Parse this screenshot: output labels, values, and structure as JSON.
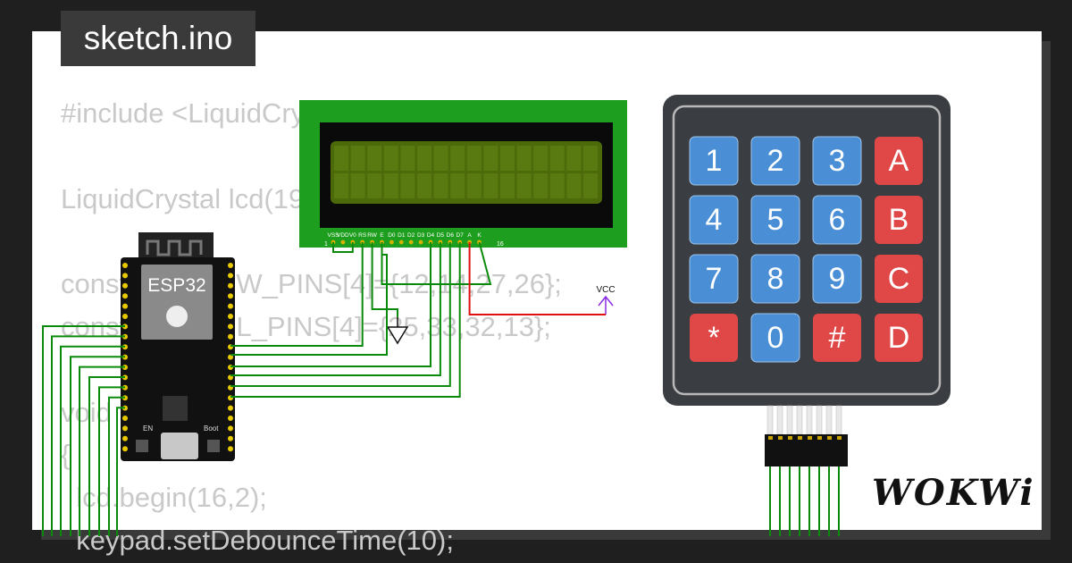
{
  "file_tab": {
    "title": "sketch.ino"
  },
  "code_lines": [
    "#include <LiquidCrystal.h>",
    "",
    "LiquidCrystal lcd(19, 23, 18, 17, 16, 15);",
    "",
    "const byte ROW_PINS[4]={12,14,27,26};",
    "const byte COL_PINS[4]={25,33,32,13};",
    "",
    "void setup()",
    "{",
    "  lcd.begin(16,2);",
    "  keypad.setDebounceTime(10);"
  ],
  "esp32": {
    "label": "ESP32",
    "en_label": "EN",
    "boot_label": "Boot"
  },
  "lcd": {
    "pin_labels": [
      "VSS",
      "VDD",
      "V0",
      "RS",
      "RW",
      "E",
      "D0",
      "D1",
      "D2",
      "D3",
      "D4",
      "D5",
      "D6",
      "D7",
      "A",
      "K"
    ],
    "first_pin": "1",
    "last_pin": "16"
  },
  "vcc_label": "VCC",
  "keypad": {
    "keys": [
      {
        "label": "1",
        "kind": "num"
      },
      {
        "label": "2",
        "kind": "num"
      },
      {
        "label": "3",
        "kind": "num"
      },
      {
        "label": "A",
        "kind": "letter"
      },
      {
        "label": "4",
        "kind": "num"
      },
      {
        "label": "5",
        "kind": "num"
      },
      {
        "label": "6",
        "kind": "num"
      },
      {
        "label": "B",
        "kind": "letter"
      },
      {
        "label": "7",
        "kind": "num"
      },
      {
        "label": "8",
        "kind": "num"
      },
      {
        "label": "9",
        "kind": "num"
      },
      {
        "label": "C",
        "kind": "letter"
      },
      {
        "label": "*",
        "kind": "letter"
      },
      {
        "label": "0",
        "kind": "num"
      },
      {
        "label": "#",
        "kind": "letter"
      },
      {
        "label": "D",
        "kind": "letter"
      }
    ]
  },
  "brand": {
    "name": "WOKWi"
  },
  "colors": {
    "background": "#1f1f1f",
    "wire_green": "#0a8a0a",
    "wire_red": "#e01010",
    "vcc_purple": "#8a2be2",
    "lcd_board": "#1e9e1e",
    "lcd_screen": "#4d6a0a",
    "key_blue": "#4a8fd6",
    "key_red": "#e04848",
    "keypad_body": "#3a3d42"
  }
}
